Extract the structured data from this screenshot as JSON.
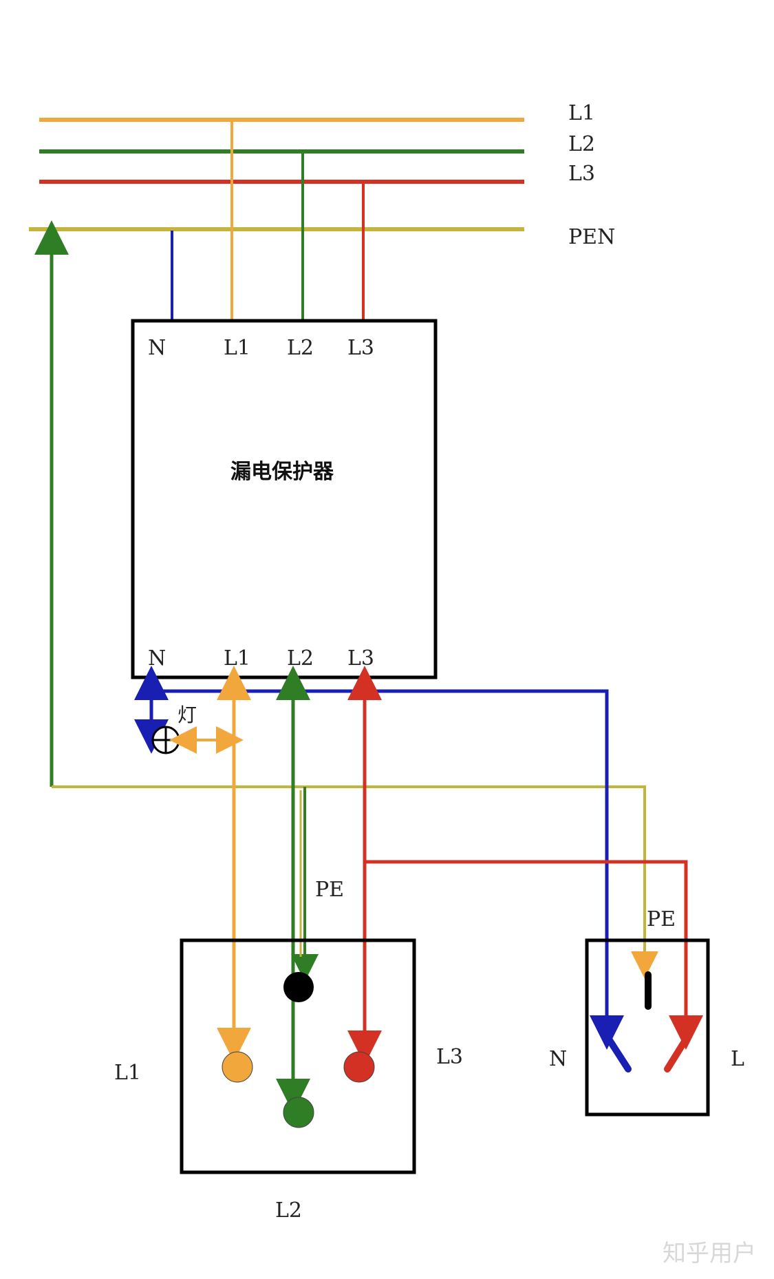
{
  "colors": {
    "l1": "#f2a73c",
    "l2": "#2f7d25",
    "l3": "#d43125",
    "pen": "#c4b43c",
    "n": "#1a1fb4",
    "box": "#000000"
  },
  "bus_labels": {
    "l1": "L1",
    "l2": "L2",
    "l3": "L3",
    "pen": "PEN"
  },
  "protector": {
    "title": "漏电保护器",
    "top": {
      "n": "N",
      "l1": "L1",
      "l2": "L2",
      "l3": "L3"
    },
    "bottom": {
      "n": "N",
      "l1": "L1",
      "l2": "L2",
      "l3": "L3"
    }
  },
  "lamp_label": "灯",
  "three_phase_socket": {
    "pe_label": "PE",
    "l1_label": "L1",
    "l2_label": "L2",
    "l3_label": "L3"
  },
  "single_phase_socket": {
    "pe_label": "PE",
    "n_label": "N",
    "l_label": "L"
  },
  "watermark": "知乎用户"
}
